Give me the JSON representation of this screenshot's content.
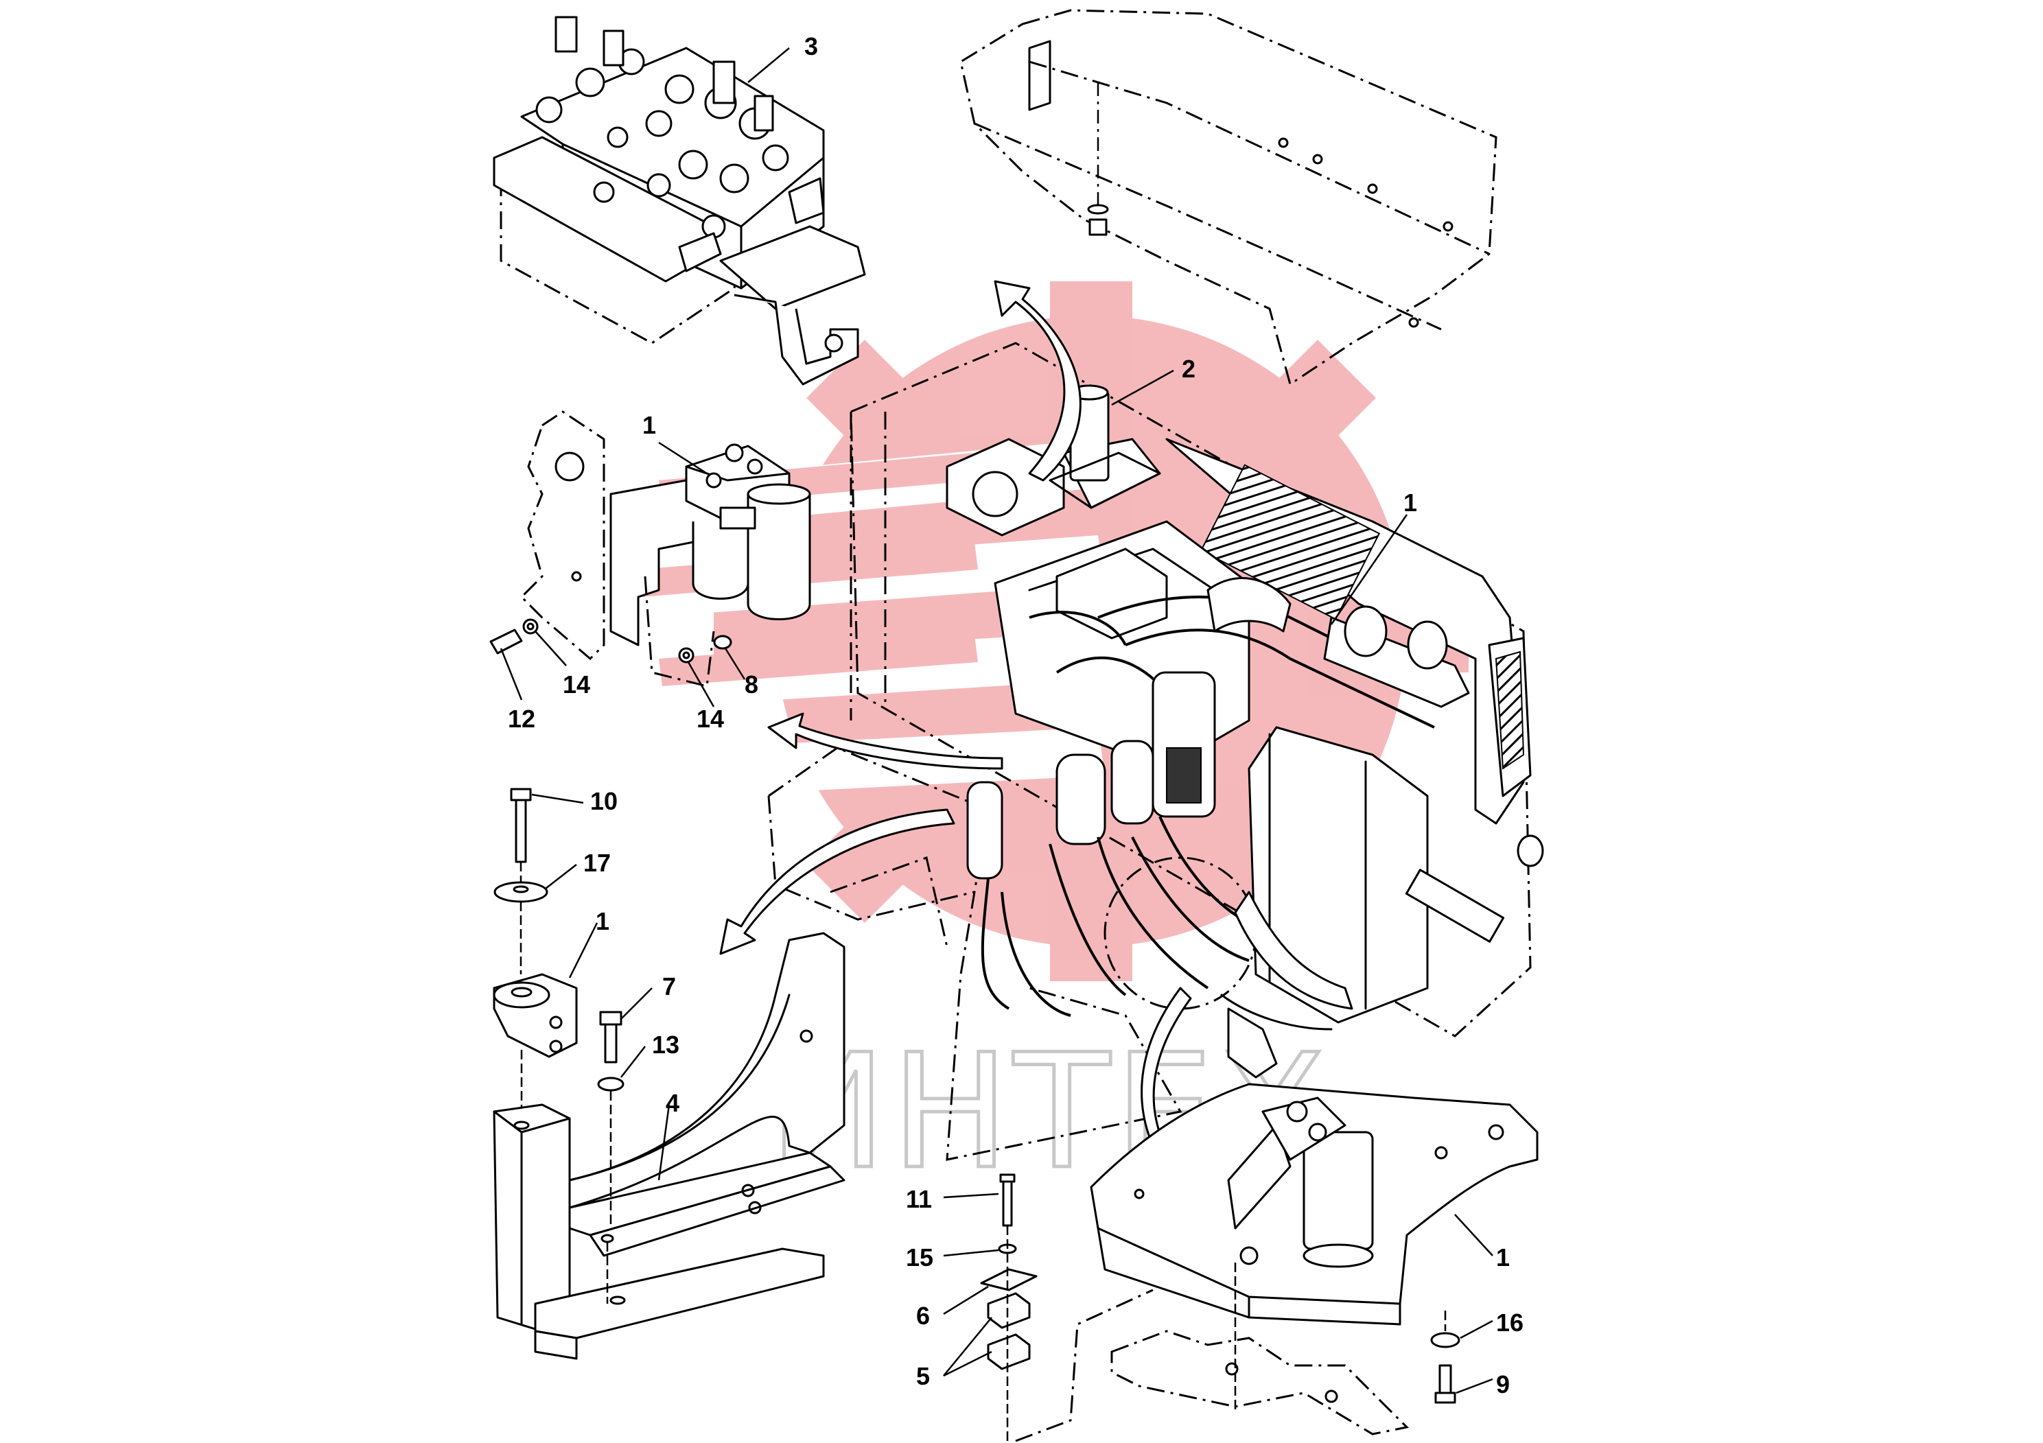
{
  "watermark": {
    "text": "ИНТЕХ",
    "color": "#e3262b"
  },
  "callouts": [
    {
      "id": "c3-valve-block",
      "text": "3"
    },
    {
      "id": "c2-engine-top",
      "text": "2"
    },
    {
      "id": "c1-filter-top",
      "text": "1"
    },
    {
      "id": "c1-engine-right",
      "text": "1"
    },
    {
      "id": "c14-left",
      "text": "14"
    },
    {
      "id": "c12",
      "text": "12"
    },
    {
      "id": "c14-mid",
      "text": "14"
    },
    {
      "id": "c8",
      "text": "8"
    },
    {
      "id": "c10",
      "text": "10"
    },
    {
      "id": "c17",
      "text": "17"
    },
    {
      "id": "c1-mount",
      "text": "1"
    },
    {
      "id": "c7",
      "text": "7"
    },
    {
      "id": "c13",
      "text": "13"
    },
    {
      "id": "c4",
      "text": "4"
    },
    {
      "id": "c11",
      "text": "11"
    },
    {
      "id": "c15",
      "text": "15"
    },
    {
      "id": "c6",
      "text": "6"
    },
    {
      "id": "c5",
      "text": "5"
    },
    {
      "id": "c1-bracket-low",
      "text": "1"
    },
    {
      "id": "c16",
      "text": "16"
    },
    {
      "id": "c9",
      "text": "9"
    }
  ]
}
